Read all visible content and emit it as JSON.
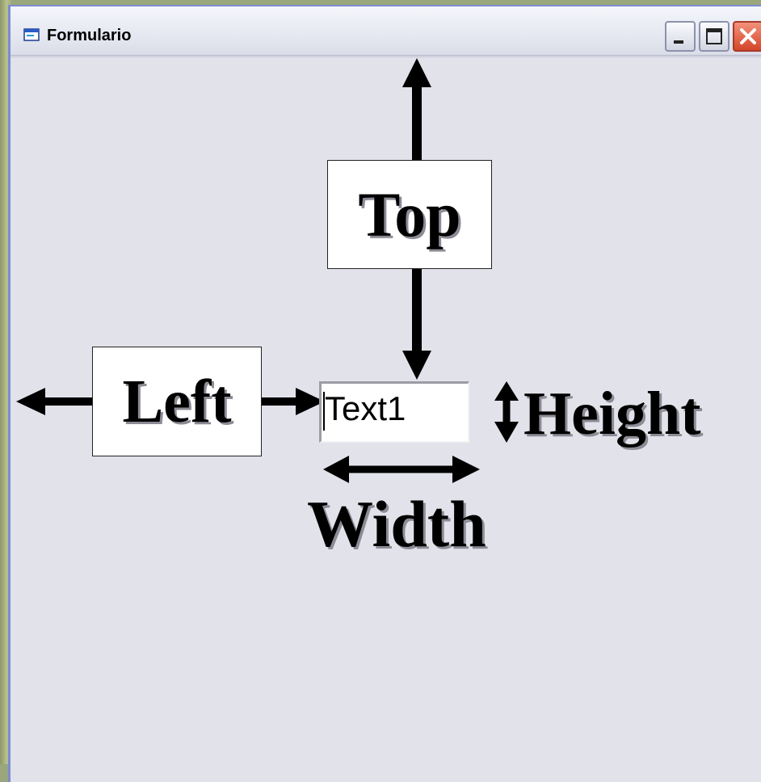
{
  "window": {
    "title": "Formulario",
    "icon": "form-window-icon",
    "controls": [
      "minimize-icon",
      "maximize-icon",
      "close-icon"
    ]
  },
  "labels": {
    "top": "Top",
    "left": "Left",
    "height": "Height",
    "width": "Width"
  },
  "textbox": {
    "value": "Text1"
  },
  "colors": {
    "client_background": "#e2e2ea",
    "close_button": "#d4462a",
    "text": "#000000"
  }
}
